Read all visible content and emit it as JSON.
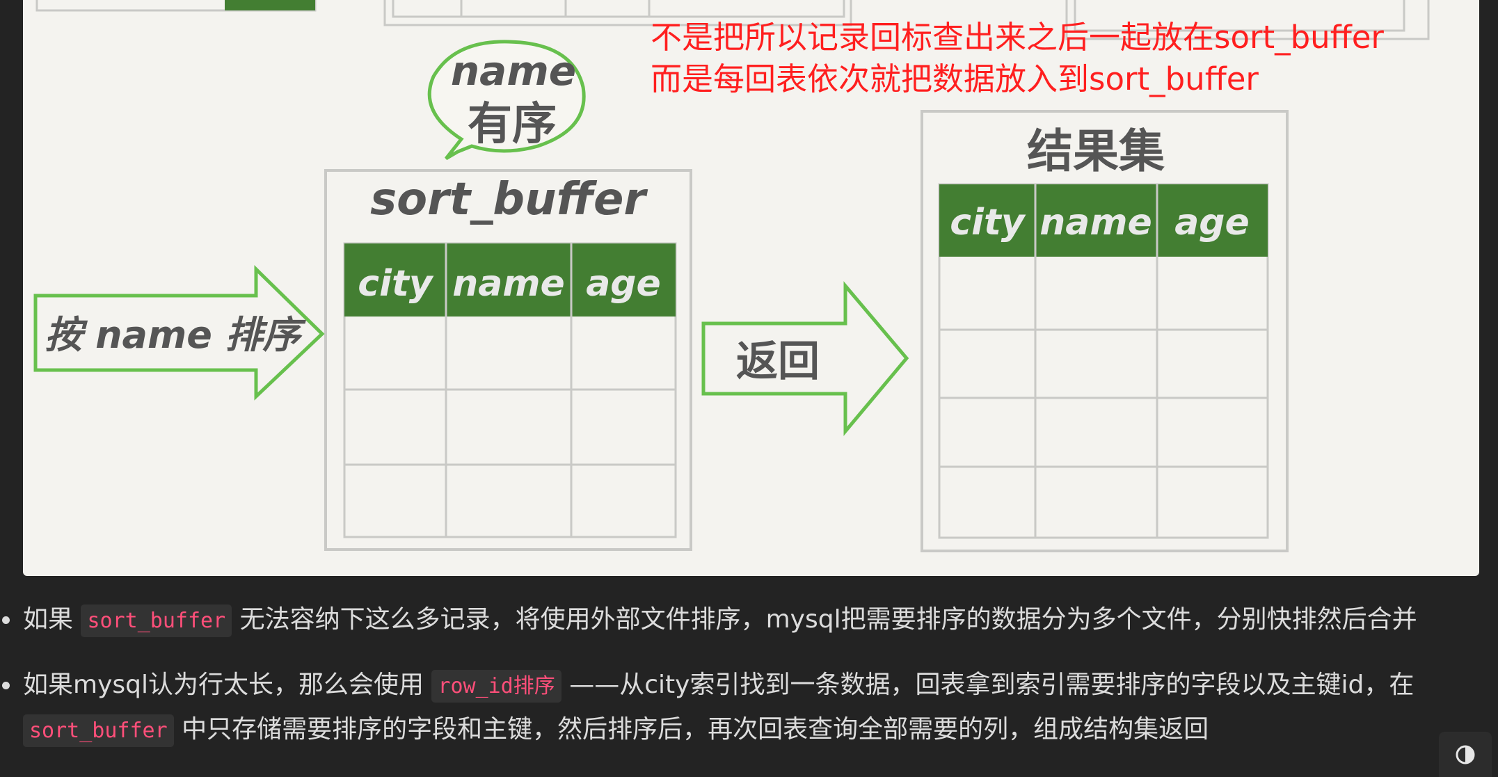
{
  "figure": {
    "red_note_line1": "不是把所以记录回标查出来之后一起放在sort_buffer",
    "red_note_line2": "而是每回表依次就把数据放入到sort_buffer",
    "bubble_line1": "name",
    "bubble_line2": "有序",
    "sort_buffer_title": "sort_buffer",
    "result_title": "结果集",
    "arrow_left_label": "按 name 排序",
    "arrow_right_label": "返回",
    "columns": [
      "city",
      "name",
      "age"
    ],
    "colors": {
      "green": "#437e32",
      "light_green": "#67c04d",
      "red": "#ff1f1f"
    }
  },
  "article": {
    "bullet1": {
      "prefix": "如果",
      "code": "sort_buffer",
      "text": "无法容纳下这么多记录，将使用外部文件排序，mysql把需要排序的数据分为多个文件，分别快排然后合并"
    },
    "bullet2": {
      "prefix": "如果mysql认为行太长，那么会使用",
      "code": "row_id排序",
      "text": "——从city索引找到一条数据，回表拿到索引需要排序的字段以及主键id，在",
      "code2": "sort_buffer",
      "text2": "中只存储需要排序的字段和主键，然后排序后，再次回表查询全部需要的列，组成结构集返回"
    }
  },
  "controls": {
    "theme_toggle_icon": "contrast-icon"
  }
}
